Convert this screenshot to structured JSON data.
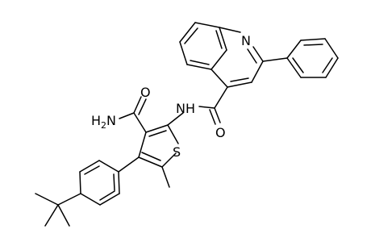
{
  "molecule": {
    "atom_labels": {
      "ring_nitrogen": "N",
      "amide_oxygen": "O",
      "amide_nh": "NH",
      "carboxamide_oxygen": "O",
      "carboxamide_nh2_prefix": "H",
      "carboxamide_nh2_subscript": "2",
      "carboxamide_nh2_suffix": "N",
      "thiophene_sulfur": "S"
    },
    "colors": {
      "bond": "#000000",
      "background": "#ffffff"
    }
  }
}
